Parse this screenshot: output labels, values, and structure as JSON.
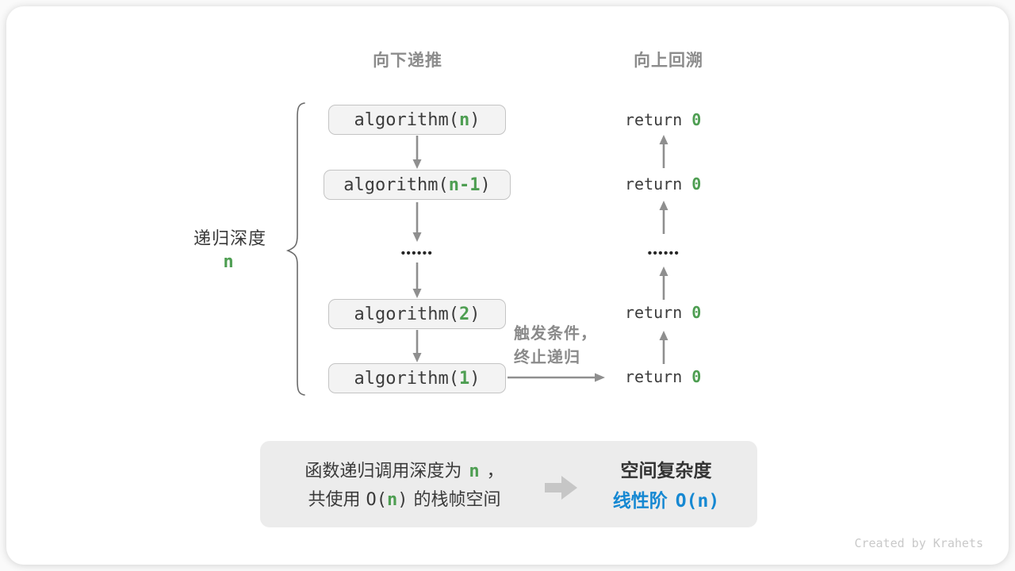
{
  "headers": {
    "descend": "向下递推",
    "backtrack": "向上回溯"
  },
  "depth": {
    "label": "递归深度",
    "value": "n"
  },
  "recursion": {
    "boxes": [
      {
        "prefix": "algorithm(",
        "arg": "n",
        "suffix": ")"
      },
      {
        "prefix": "algorithm(",
        "arg": "n-1",
        "suffix": ")"
      },
      {
        "prefix": "algorithm(",
        "arg": "2",
        "suffix": ")"
      },
      {
        "prefix": "algorithm(",
        "arg": "1",
        "suffix": ")"
      }
    ],
    "ellipsis": "••••••",
    "returns": [
      {
        "keyword": "return",
        "value": "0"
      },
      {
        "keyword": "return",
        "value": "0"
      },
      {
        "keyword": "return",
        "value": "0"
      },
      {
        "keyword": "return",
        "value": "0"
      }
    ],
    "trigger": {
      "line1": "触发条件，",
      "line2": "终止递归"
    }
  },
  "summary": {
    "line1": {
      "pre": "函数递归调用深度为",
      "var": "n",
      "post": "，"
    },
    "line2": {
      "pre": "共使用",
      "o_open": "O(",
      "var": "n",
      "o_close": ")",
      "post": "的栈帧空间"
    },
    "right_title": "空间复杂度",
    "right_result": {
      "label": "线性阶",
      "value": "O(n)"
    }
  },
  "footer": {
    "credit": "Created by Krahets"
  },
  "colors": {
    "green": "#4e9e52",
    "blue": "#1688d2",
    "heading_gray": "#8c8c8c",
    "box_bg": "#f3f3f3",
    "box_border": "#c4c4c4",
    "summary_bg": "#ececec",
    "arrow_gray": "#8f8f8f",
    "block_arrow_gray": "#c6c6c6"
  }
}
